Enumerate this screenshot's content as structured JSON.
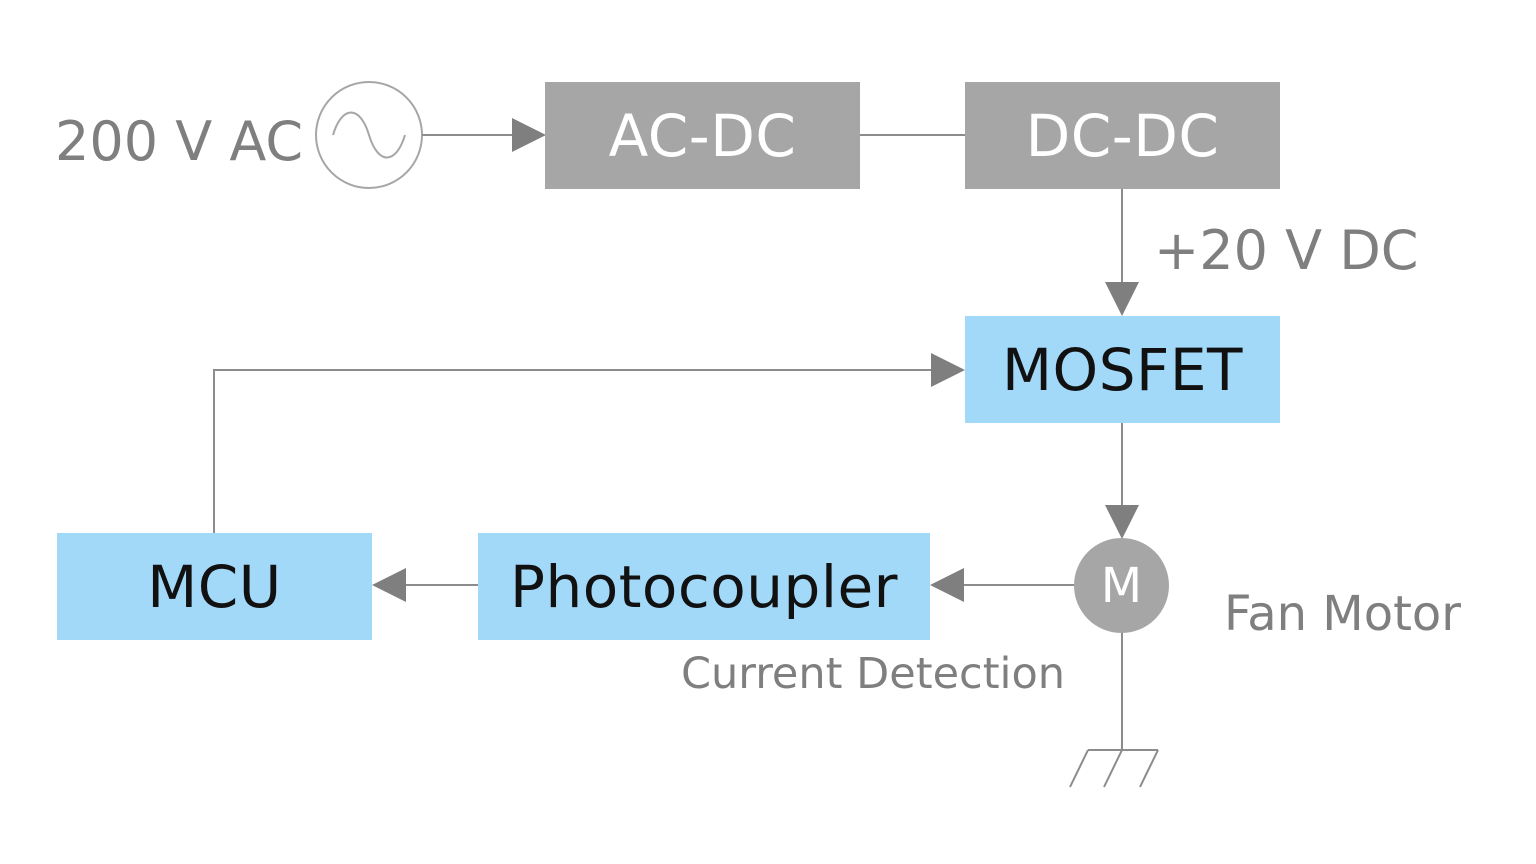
{
  "colors": {
    "power_block": "#a6a6a6",
    "control_block": "#a2d8f8",
    "wire": "#8c8c8c",
    "label_text": "#7f7f7f"
  },
  "source": {
    "label": "200 V AC",
    "icon": "ac-source-icon"
  },
  "blocks": {
    "ac_dc": "AC-DC",
    "dc_dc": "DC-DC",
    "mosfet": "MOSFET",
    "mcu": "MCU",
    "photocoupler": "Photocoupler"
  },
  "motor": {
    "symbol": "M",
    "label": "Fan Motor",
    "icon": "motor-icon"
  },
  "labels": {
    "dc_rail": "+20 V DC",
    "current_detection": "Current Detection"
  },
  "ground": {
    "icon": "ground-icon"
  }
}
